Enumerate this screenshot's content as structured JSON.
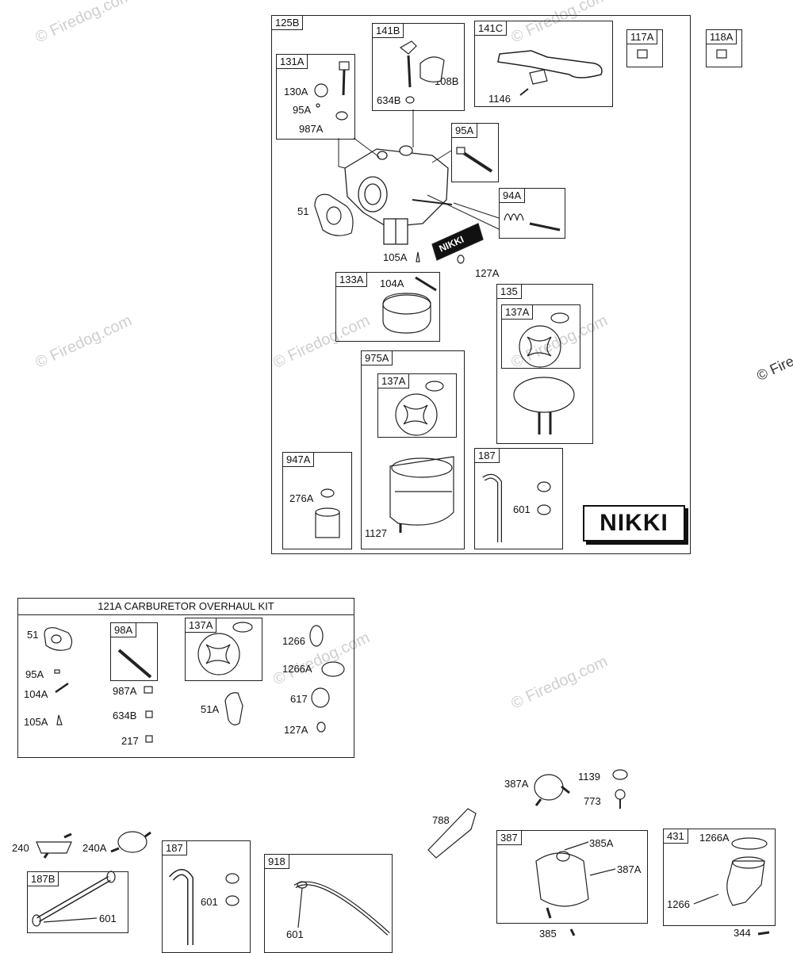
{
  "watermark": "© Firedog.com",
  "assembly": {
    "main_box": "125B",
    "brand": "NIKKI",
    "brand_label_small": "NIKKI",
    "groups": {
      "g131A": "131A",
      "g141B": "141B",
      "g141C": "141C",
      "g117A": "117A",
      "g118A": "118A",
      "g95A": "95A",
      "g94A": "94A",
      "g133A": "133A",
      "g135": "135",
      "g137A_right": "137A",
      "g975A": "975A",
      "g137A_mid": "137A",
      "g947A": "947A",
      "g187_top": "187"
    },
    "labels": {
      "l130A": "130A",
      "l95A": "95A",
      "l987A": "987A",
      "l634B": "634B",
      "l108B": "108B",
      "l1146": "1146",
      "l51": "51",
      "l105A": "105A",
      "l127A": "127A",
      "l104A": "104A",
      "l276A": "276A",
      "l1127": "1127",
      "l601": "601"
    }
  },
  "kit": {
    "title": "121A CARBURETOR OVERHAUL KIT",
    "groups": {
      "g98A": "98A",
      "g137A": "137A"
    },
    "labels": {
      "l51": "51",
      "l95A": "95A",
      "l104A": "104A",
      "l105A": "105A",
      "l987A": "987A",
      "l634B": "634B",
      "l217": "217",
      "l51A": "51A",
      "l1266": "1266",
      "l1266A": "1266A",
      "l617": "617",
      "l127A": "127A"
    }
  },
  "bottom": {
    "labels": {
      "l240": "240",
      "l240A": "240A",
      "l601a": "601",
      "l601b": "601",
      "l601c": "601",
      "l387A_top": "387A",
      "l1139": "1139",
      "l773": "773",
      "l788": "788",
      "l385A": "385A",
      "l387A": "387A",
      "l385": "385",
      "l1266A": "1266A",
      "l1266": "1266",
      "l344": "344"
    },
    "groups": {
      "g187B": "187B",
      "g187": "187",
      "g918": "918",
      "g387": "387",
      "g431": "431"
    }
  }
}
